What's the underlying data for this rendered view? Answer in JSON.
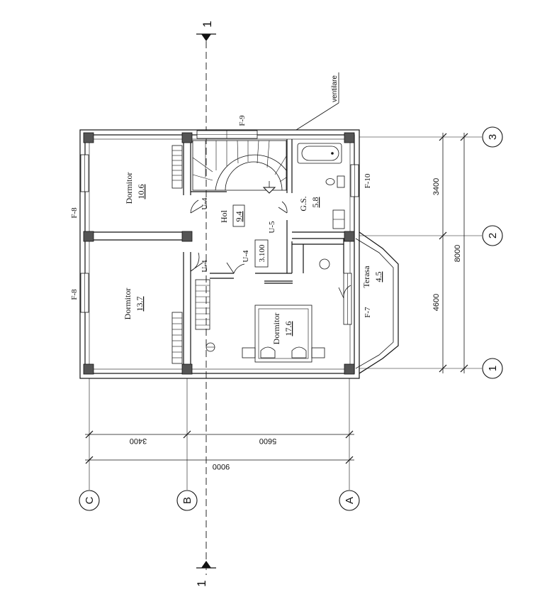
{
  "section_cut": {
    "label_top": "1",
    "label_bottom": "1"
  },
  "labels": {
    "ventilation": "ventilare",
    "window_f9": "F-9",
    "window_f10": "F-10",
    "window_f8_top": "F-8",
    "window_f8_bottom": "F-8",
    "window_f7": "F-7",
    "door_u4_top": "U-4",
    "door_u4_bottom": "U-4",
    "door_u4_center": "U-4",
    "door_u5": "U-5",
    "level_mark": "3.100"
  },
  "rooms": [
    {
      "id": "dormitor-1",
      "name": "Dormitor",
      "area": "10.6"
    },
    {
      "id": "dormitor-2",
      "name": "Dormitor",
      "area": "13.7"
    },
    {
      "id": "dormitor-3",
      "name": "Dormitor",
      "area": "17.6"
    },
    {
      "id": "hol",
      "name": "Hol",
      "area": "9.4"
    },
    {
      "id": "gs",
      "name": "G.S.",
      "area": "5.8"
    },
    {
      "id": "terasa",
      "name": "Terasa",
      "area": "4.5"
    }
  ],
  "axes": {
    "numbered": [
      "1",
      "2",
      "3"
    ],
    "lettered": [
      "A",
      "B",
      "C"
    ]
  },
  "dimensions": {
    "right_segment_upper": "3400",
    "right_segment_lower": "4600",
    "right_total": "8000",
    "bottom_segment_left": "3400",
    "bottom_segment_right": "5600",
    "bottom_total": "9000"
  }
}
